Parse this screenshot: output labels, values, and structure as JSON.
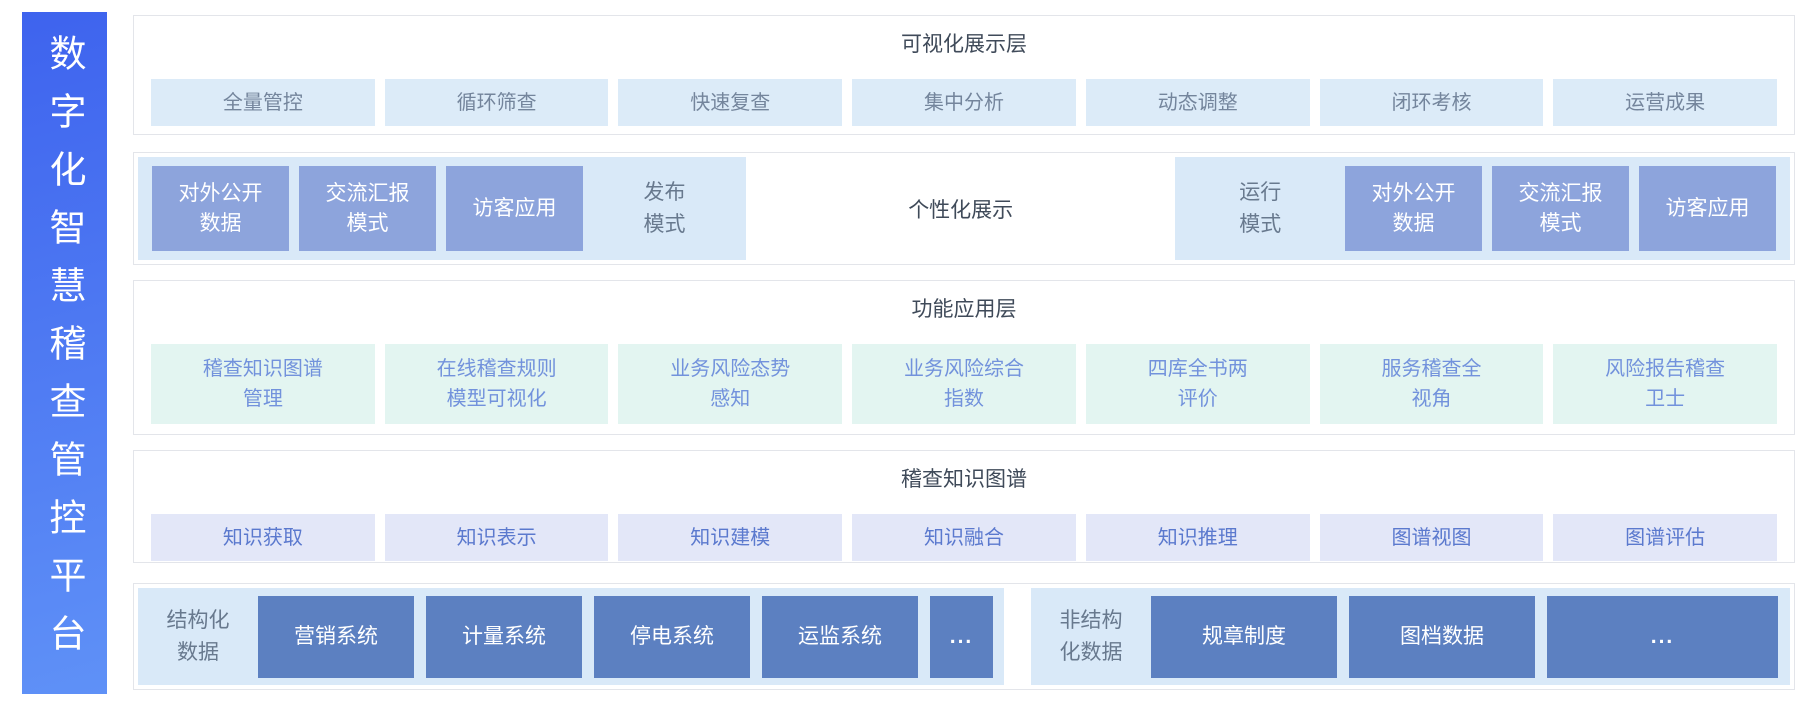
{
  "platform": {
    "title": "数字化智慧稽查管控平台"
  },
  "visualization_layer": {
    "title": "可视化展示层",
    "items": [
      "全量管控",
      "循环筛查",
      "快速复查",
      "集中分析",
      "动态调整",
      "闭环考核",
      "运营成果"
    ]
  },
  "display_modes": {
    "publish_group": {
      "boxes": [
        "对外公开\n数据",
        "交流汇报\n模式",
        "访客应用"
      ],
      "label": "发布\n模式"
    },
    "center_label": "个性化展示",
    "run_group": {
      "label": "运行\n模式",
      "boxes": [
        "对外公开\n数据",
        "交流汇报\n模式",
        "访客应用"
      ]
    }
  },
  "function_layer": {
    "title": "功能应用层",
    "items": [
      "稽查知识图谱\n管理",
      "在线稽查规则\n模型可视化",
      "业务风险态势\n感知",
      "业务风险综合\n指数",
      "四库全书两\n评价",
      "服务稽查全\n视角",
      "风险报告稽查\n卫士"
    ]
  },
  "knowledge_graph_layer": {
    "title": "稽查知识图谱",
    "items": [
      "知识获取",
      "知识表示",
      "知识建模",
      "知识融合",
      "知识推理",
      "图谱视图",
      "图谱评估"
    ]
  },
  "data_layer": {
    "structured": {
      "label": "结构化\n数据",
      "systems": [
        "营销系统",
        "计量系统",
        "停电系统",
        "运监系统",
        "..."
      ]
    },
    "unstructured": {
      "label": "非结构\n化数据",
      "systems": [
        "规章制度",
        "图档数据",
        "..."
      ]
    }
  },
  "colors": {
    "sidebar_gradient_start": "#3e63ee",
    "sidebar_gradient_end": "#5f91f7",
    "light_blue_chip": "#dcebf8",
    "mint_chip": "#e3f5f1",
    "lavender_chip": "#e3e7f8",
    "periwinkle_box": "#8da4dc",
    "steel_blue_box": "#5c80c1",
    "panel_background": "#d9e9f8",
    "title_text": "#3f4a59"
  }
}
